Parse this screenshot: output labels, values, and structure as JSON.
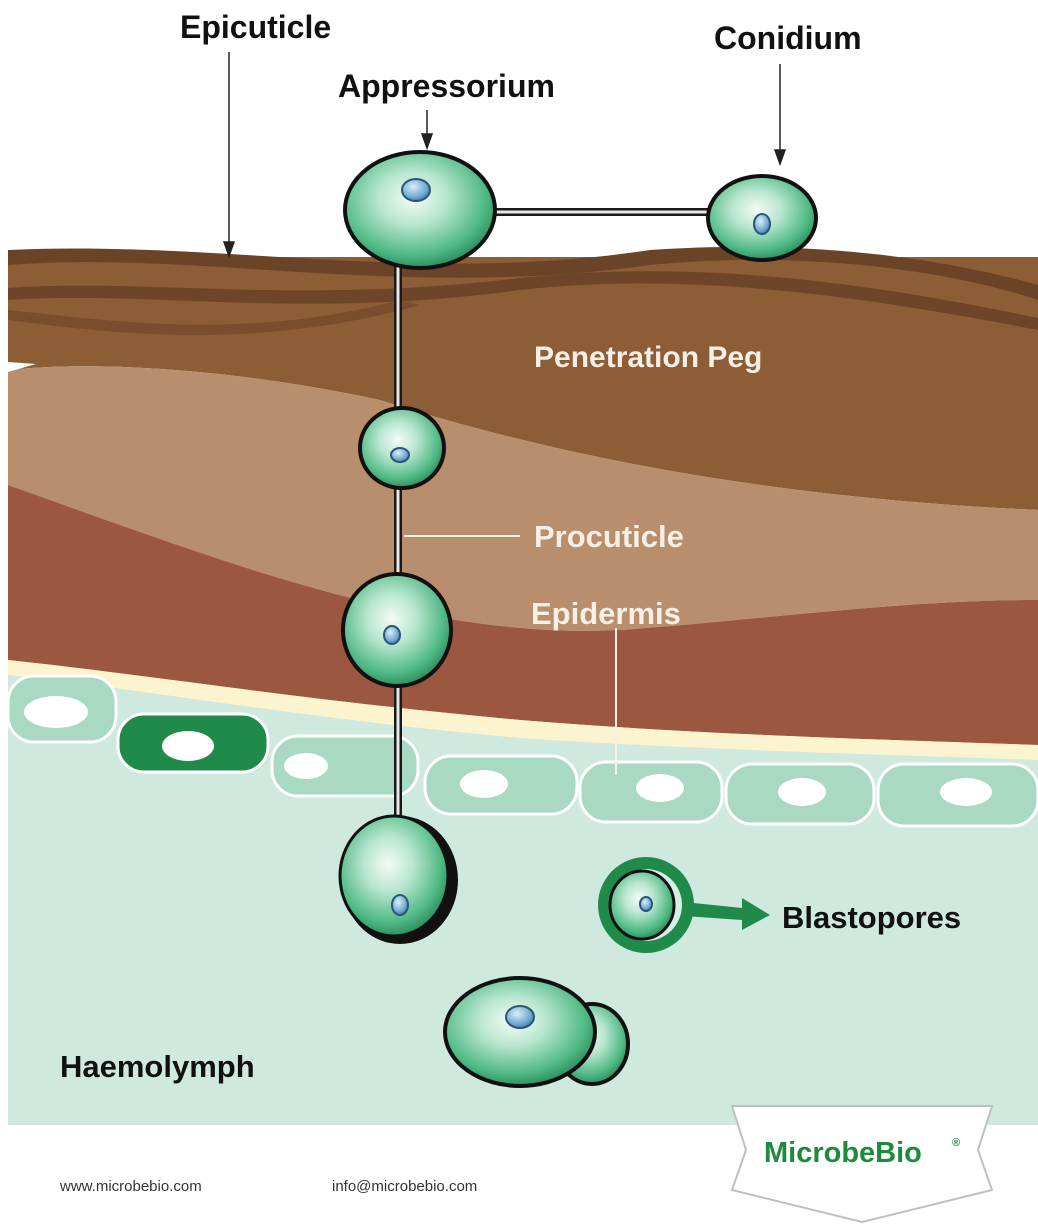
{
  "labels": {
    "epicuticle": "Epicuticle",
    "appressorium": "Appressorium",
    "conidium": "Conidium",
    "penetration_peg": "Penetration Peg",
    "procuticle": "Procuticle",
    "epidermis": "Epidermis",
    "blastopores": "Blastopores",
    "haemolymph": "Haemolymph"
  },
  "footer": {
    "website": "www.microbebio.com",
    "email": "info@microbebio.com"
  },
  "logo": {
    "text": "MicrobeBio",
    "mark": "®"
  },
  "colors": {
    "epicuticle_brown": "#8a5a32",
    "procuticle_tan": "#b98e6d",
    "epidermis_red": "#9c5741",
    "cell_layer": "#a9d8c3",
    "haemolymph": "#cfe9df",
    "spore_green": "#2f9a63",
    "brand_green": "#1f8a3b"
  }
}
